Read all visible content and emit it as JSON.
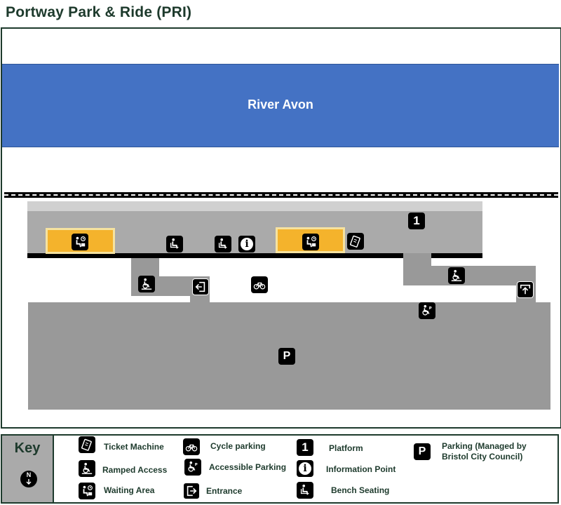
{
  "title": "Portway Park & Ride (PRI)",
  "map": {
    "river_label": "River Avon",
    "platform_number": "1",
    "parking_letter": "P",
    "colors": {
      "river": "#4472c4",
      "shelter": "#f4b32c",
      "platform": "#aaaaaa",
      "parking": "#999999",
      "frame": "#1d3a2c"
    }
  },
  "key": {
    "heading": "Key",
    "north_letter": "N",
    "items": {
      "ticket_machine": "Ticket Machine",
      "ramped_access": "Ramped Access",
      "waiting_area": "Waiting Area",
      "cycle_parking": "Cycle parking",
      "accessible_parking": "Accessible Parking",
      "entrance": "Entrance",
      "platform": "Platform",
      "information_point": "Information Point",
      "bench_seating": "Bench Seating",
      "parking": "Parking (Managed by Bristol City Council)"
    },
    "icons": {
      "ticket_machine": "ticket-machine-icon",
      "ramped_access": "ramped-access-icon",
      "waiting_area": "waiting-area-icon",
      "cycle_parking": "cycle-parking-icon",
      "accessible_parking": "accessible-parking-icon",
      "entrance": "entrance-icon",
      "platform": "platform-icon",
      "information_point": "information-point-icon",
      "bench_seating": "bench-seating-icon",
      "parking": "parking-icon"
    }
  }
}
